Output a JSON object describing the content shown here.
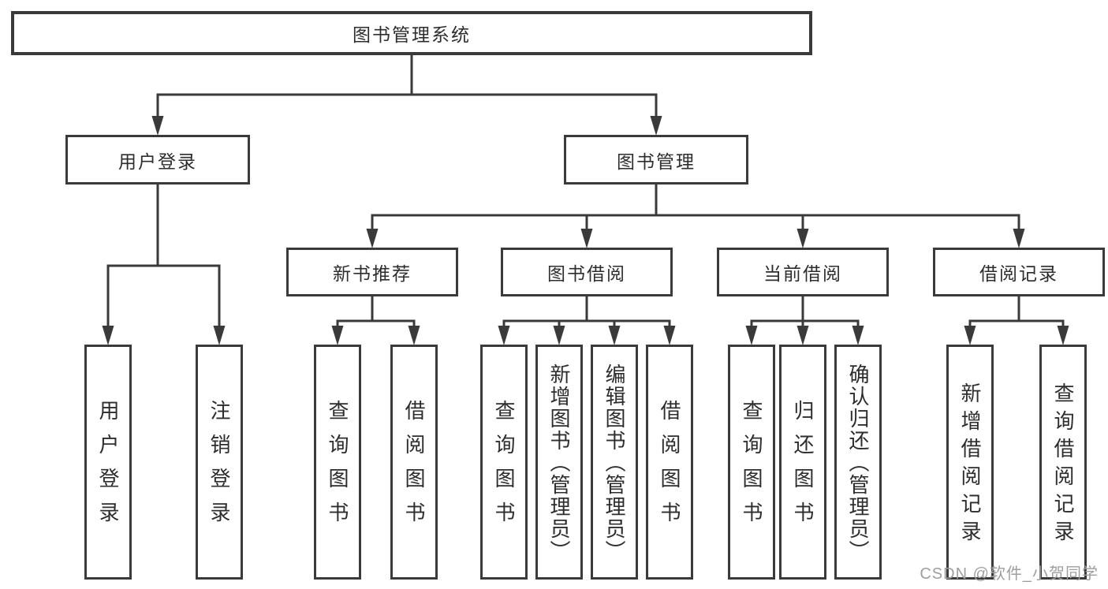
{
  "root": {
    "label": "图书管理系统"
  },
  "level2": [
    {
      "label": "用户登录",
      "parent": "图书管理系统"
    },
    {
      "label": "图书管理",
      "parent": "图书管理系统"
    }
  ],
  "level3": [
    {
      "label": "新书推荐",
      "parent": "图书管理"
    },
    {
      "label": "图书借阅",
      "parent": "图书管理"
    },
    {
      "label": "当前借阅",
      "parent": "图书管理"
    },
    {
      "label": "借阅记录",
      "parent": "图书管理"
    }
  ],
  "leaves": [
    {
      "label": "用户登录",
      "parent": "用户登录"
    },
    {
      "label": "注销登录",
      "parent": "用户登录"
    },
    {
      "label": "查询图书",
      "parent": "新书推荐"
    },
    {
      "label": "借阅图书",
      "parent": "新书推荐"
    },
    {
      "label": "查询图书",
      "parent": "图书借阅"
    },
    {
      "label": "新增图书（管理员）",
      "parent": "图书借阅"
    },
    {
      "label": "编辑图书（管理员）",
      "parent": "图书借阅"
    },
    {
      "label": "借阅图书",
      "parent": "图书借阅"
    },
    {
      "label": "查询图书",
      "parent": "当前借阅"
    },
    {
      "label": "归还图书",
      "parent": "当前借阅"
    },
    {
      "label": "确认归还（管理员）",
      "parent": "当前借阅"
    },
    {
      "label": "新增借阅记录",
      "parent": "借阅记录"
    },
    {
      "label": "查询借阅记录",
      "parent": "借阅记录"
    }
  ],
  "watermark": {
    "text": "CSDN @软件_小贺同学"
  },
  "colors": {
    "line": "#3a3a3a",
    "text": "#2d2d2d",
    "watermark": "#9e9e9e",
    "background": "#ffffff"
  }
}
